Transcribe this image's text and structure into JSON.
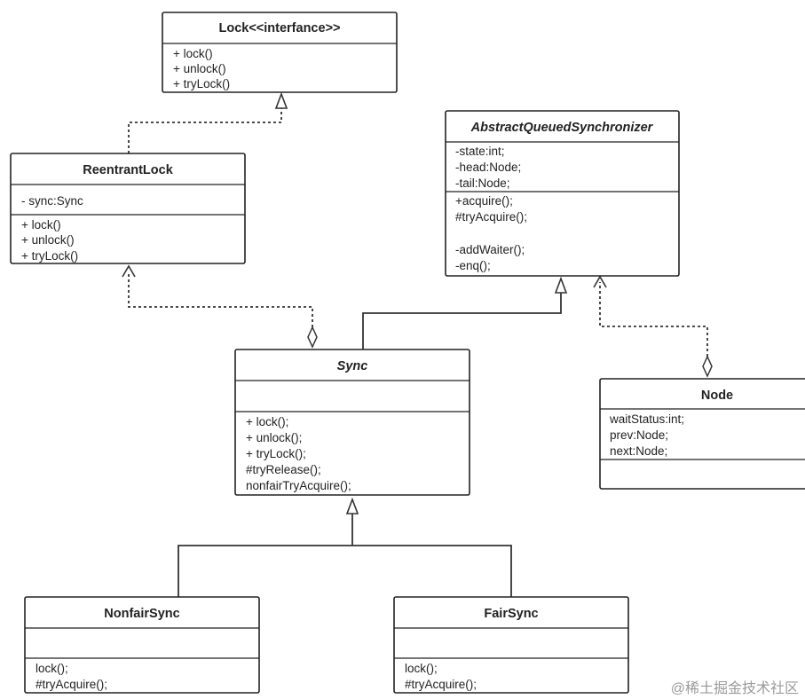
{
  "classes": {
    "lock": {
      "title": "Lock<<interfance>>",
      "methods": [
        "+ lock()",
        "+ unlock()",
        "+ tryLock()"
      ]
    },
    "reentrant": {
      "title": "ReentrantLock",
      "fields": [
        "- sync:Sync"
      ],
      "methods": [
        "+ lock()",
        "+ unlock()",
        "+ tryLock()"
      ]
    },
    "aqs": {
      "title": "AbstractQueuedSynchronizer",
      "fields": [
        "-state:int;",
        "-head:Node;",
        "-tail:Node;"
      ],
      "methods": [
        "+acquire();",
        "#tryAcquire();",
        "-addWaiter();",
        "-enq();"
      ]
    },
    "sync": {
      "title": "Sync",
      "methods": [
        "+ lock();",
        "+ unlock();",
        "+ tryLock();",
        "#tryRelease();",
        "nonfairTryAcquire();"
      ]
    },
    "node": {
      "title": "Node",
      "fields": [
        "waitStatus:int;",
        "prev:Node;",
        "next:Node;"
      ]
    },
    "nonfair": {
      "title": "NonfairSync",
      "methods": [
        "lock();",
        "#tryAcquire();"
      ]
    },
    "fair": {
      "title": "FairSync",
      "methods": [
        "lock();",
        "#tryAcquire();"
      ]
    }
  },
  "watermark": "@稀土掘金技术社区"
}
